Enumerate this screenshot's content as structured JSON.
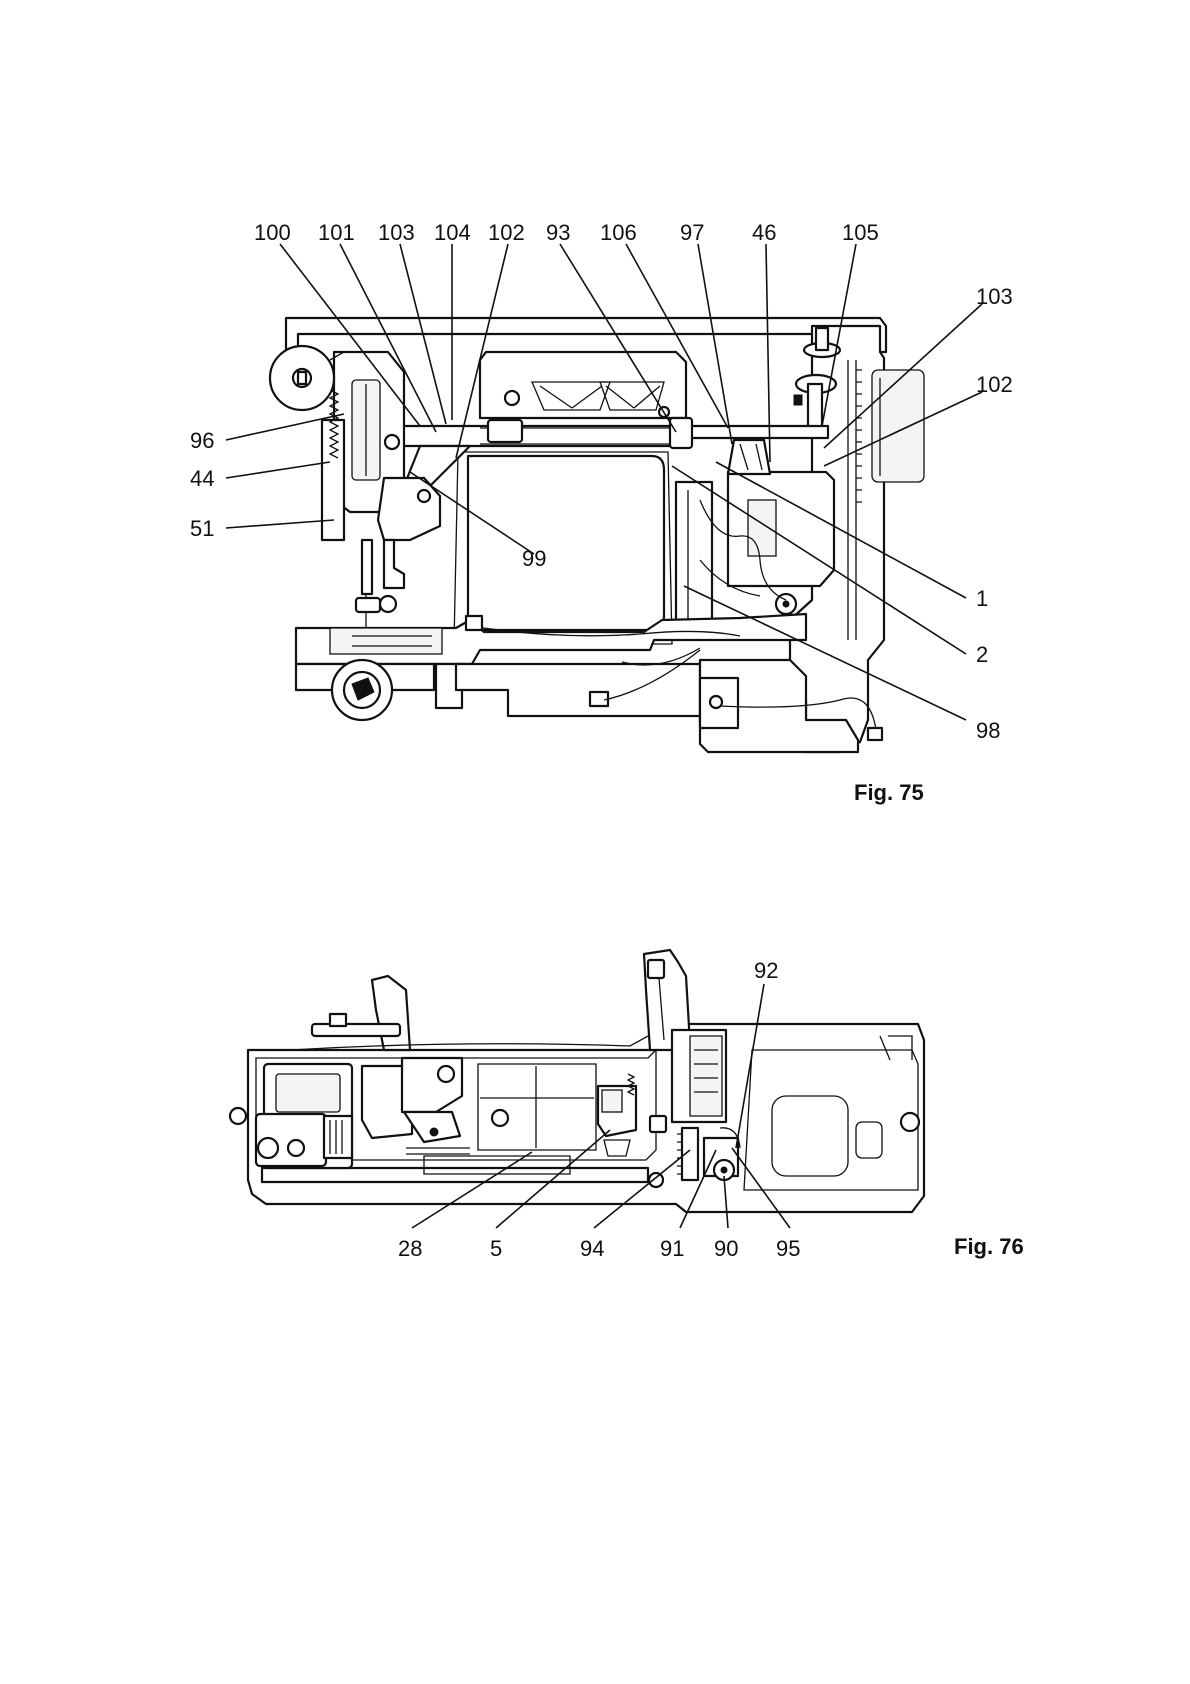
{
  "figures": [
    {
      "id": "fig75",
      "caption": "Fig. 75",
      "callouts": [
        "100",
        "101",
        "103",
        "104",
        "102",
        "93",
        "106",
        "97",
        "46",
        "105",
        "103",
        "102",
        "96",
        "44",
        "51",
        "99",
        "1",
        "2",
        "98"
      ]
    },
    {
      "id": "fig76",
      "caption": "Fig. 76",
      "callouts": [
        "92",
        "28",
        "5",
        "94",
        "91",
        "90",
        "95"
      ]
    }
  ]
}
